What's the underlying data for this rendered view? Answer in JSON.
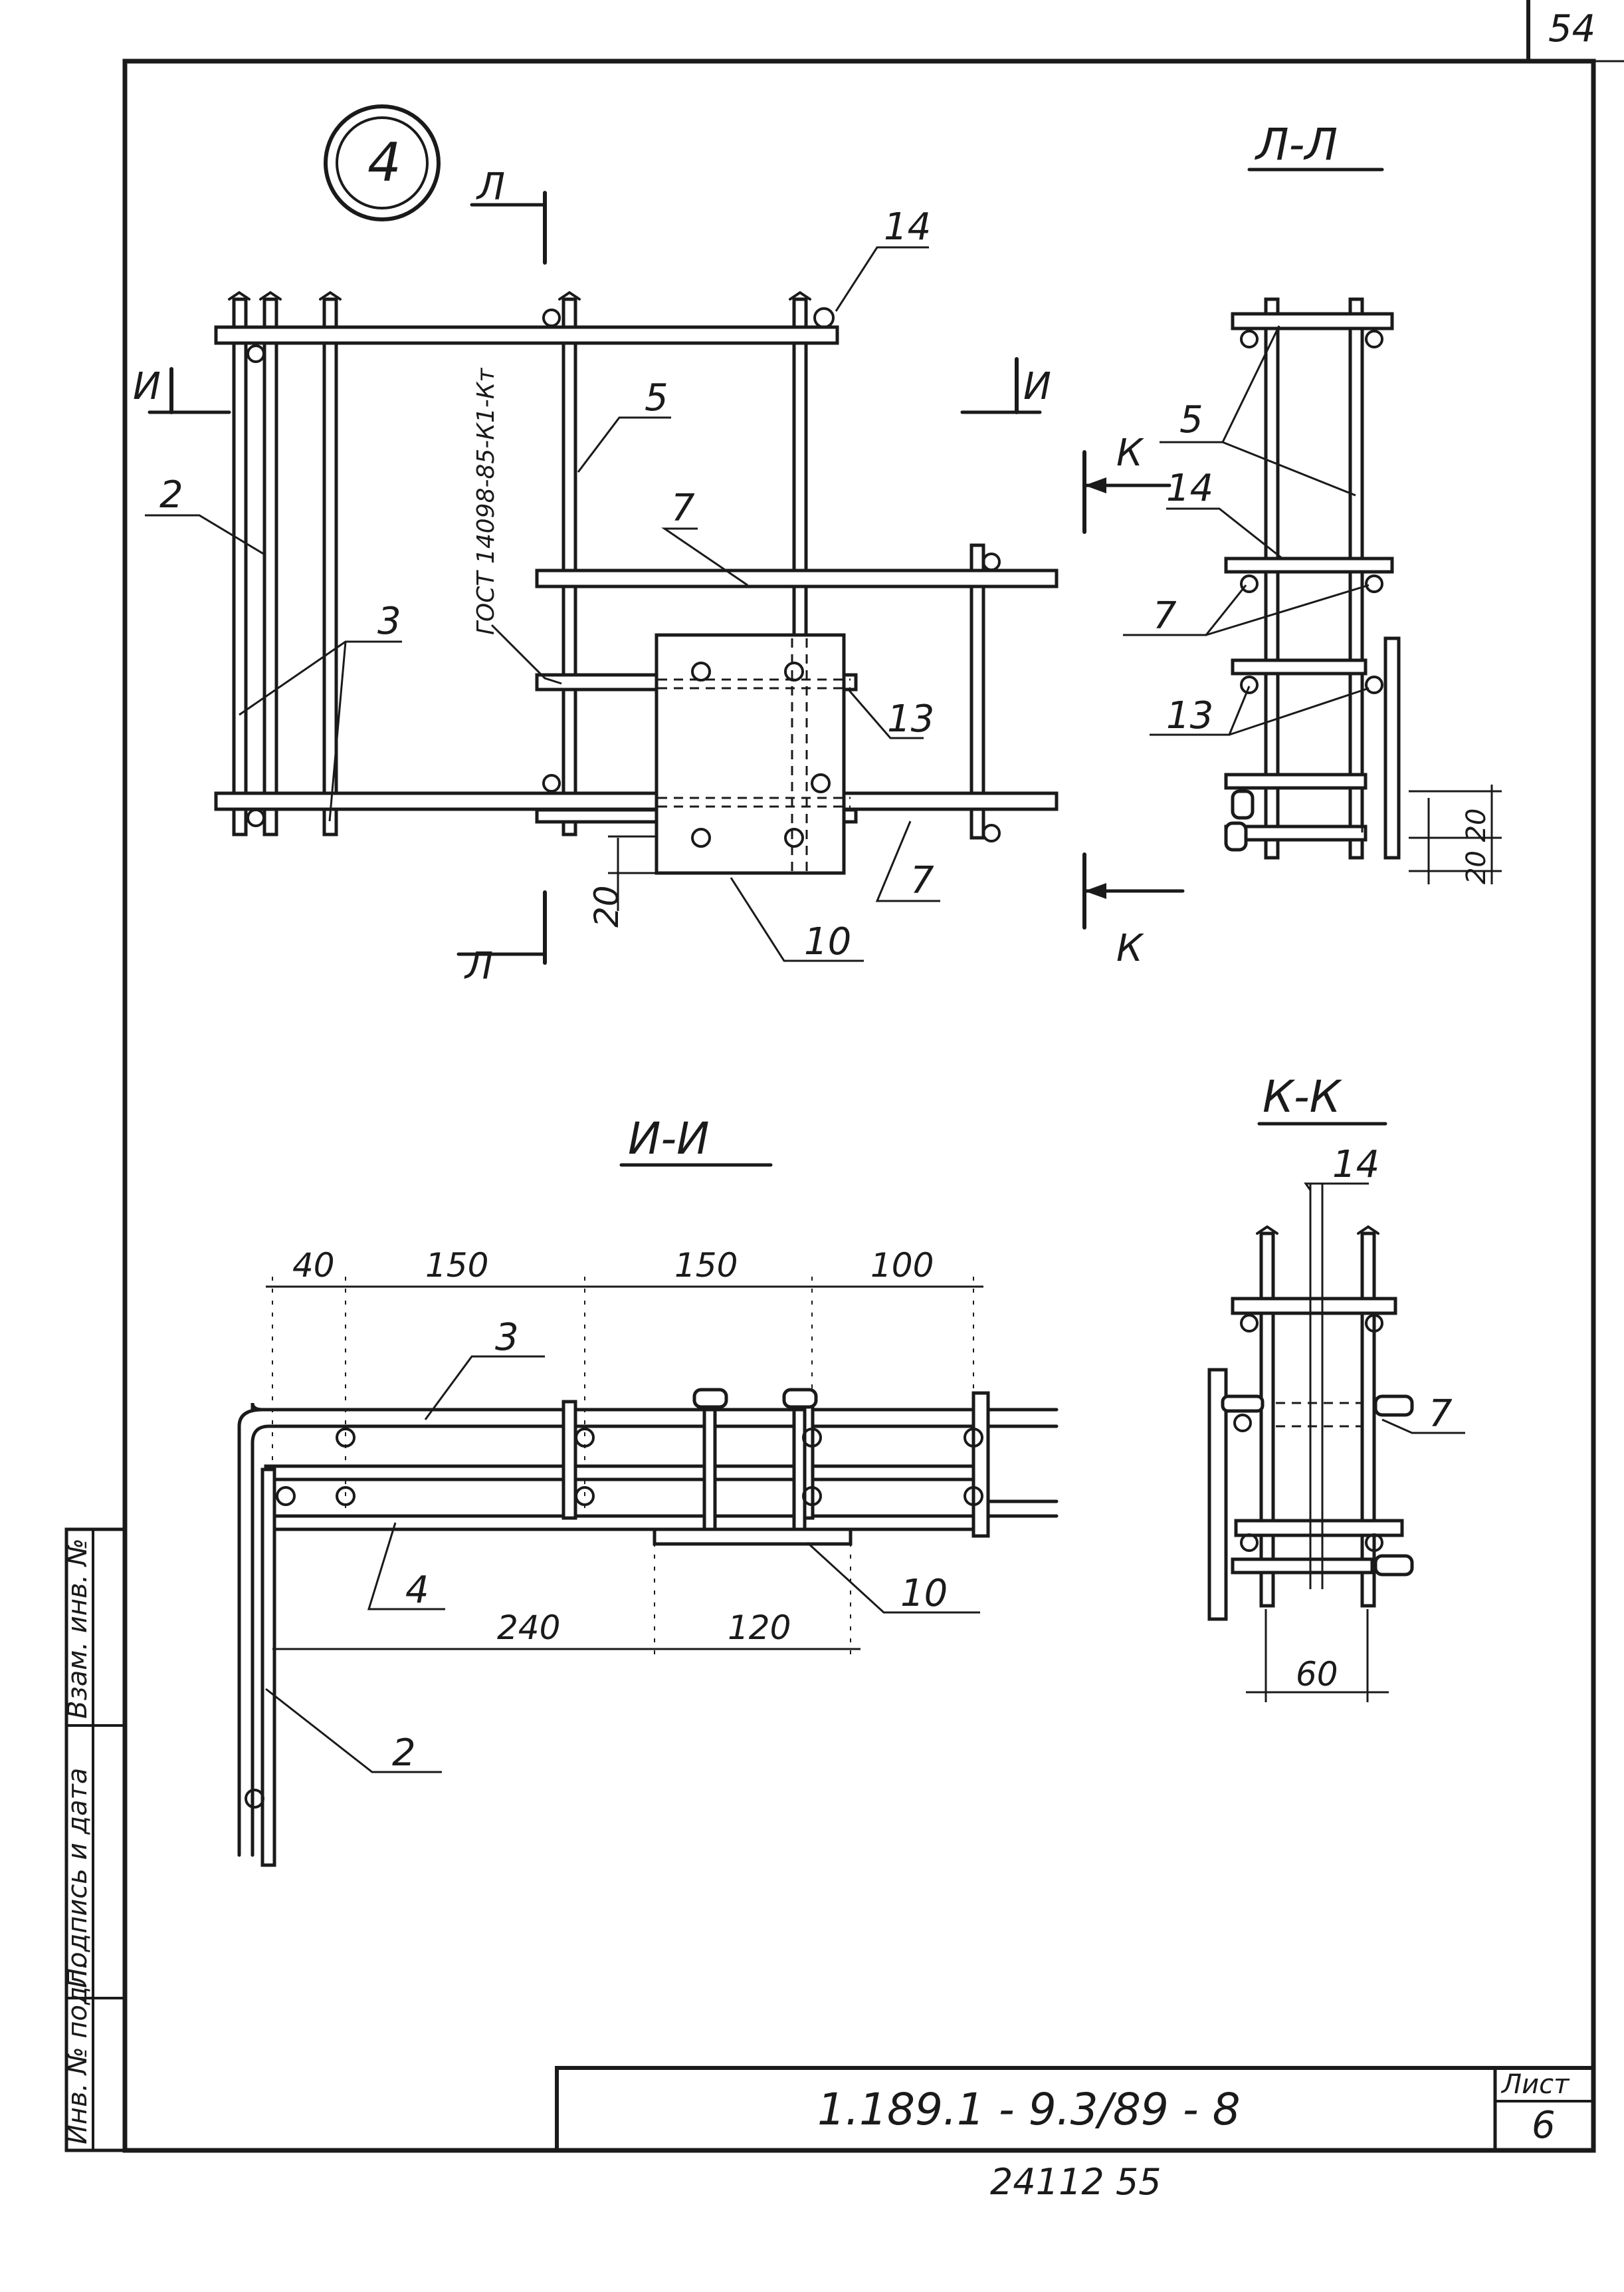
{
  "sheet_number_corner": "54",
  "node_number": "4",
  "sections": {
    "l_l": "Л-Л",
    "i_i": "И-И",
    "k_k": "К-К"
  },
  "cut_marks": {
    "l": "Л",
    "i": "И",
    "k": "К"
  },
  "gost_note": "ГОСТ 14098-85-К1-Кт",
  "callouts": {
    "c2": "2",
    "c3": "3",
    "c4": "4",
    "c5": "5",
    "c7": "7",
    "c10": "10",
    "c13": "13",
    "c14": "14"
  },
  "dimensions": {
    "d20": "20",
    "d20_20": "20 20",
    "d40": "40",
    "d150a": "150",
    "d150b": "150",
    "d100": "100",
    "d240": "240",
    "d120": "120",
    "d60": "60"
  },
  "side_stamp": {
    "inv_orig": "Инв. № подл.",
    "sign_date": "Подпись и дата",
    "replaced_inv": "Взам. инв. №"
  },
  "title_block": {
    "doc_code": "1.189.1 - 9.3/89 - 8",
    "sheet_label": "Лист",
    "sheet_value": "6"
  },
  "footer_number": "24112   55"
}
